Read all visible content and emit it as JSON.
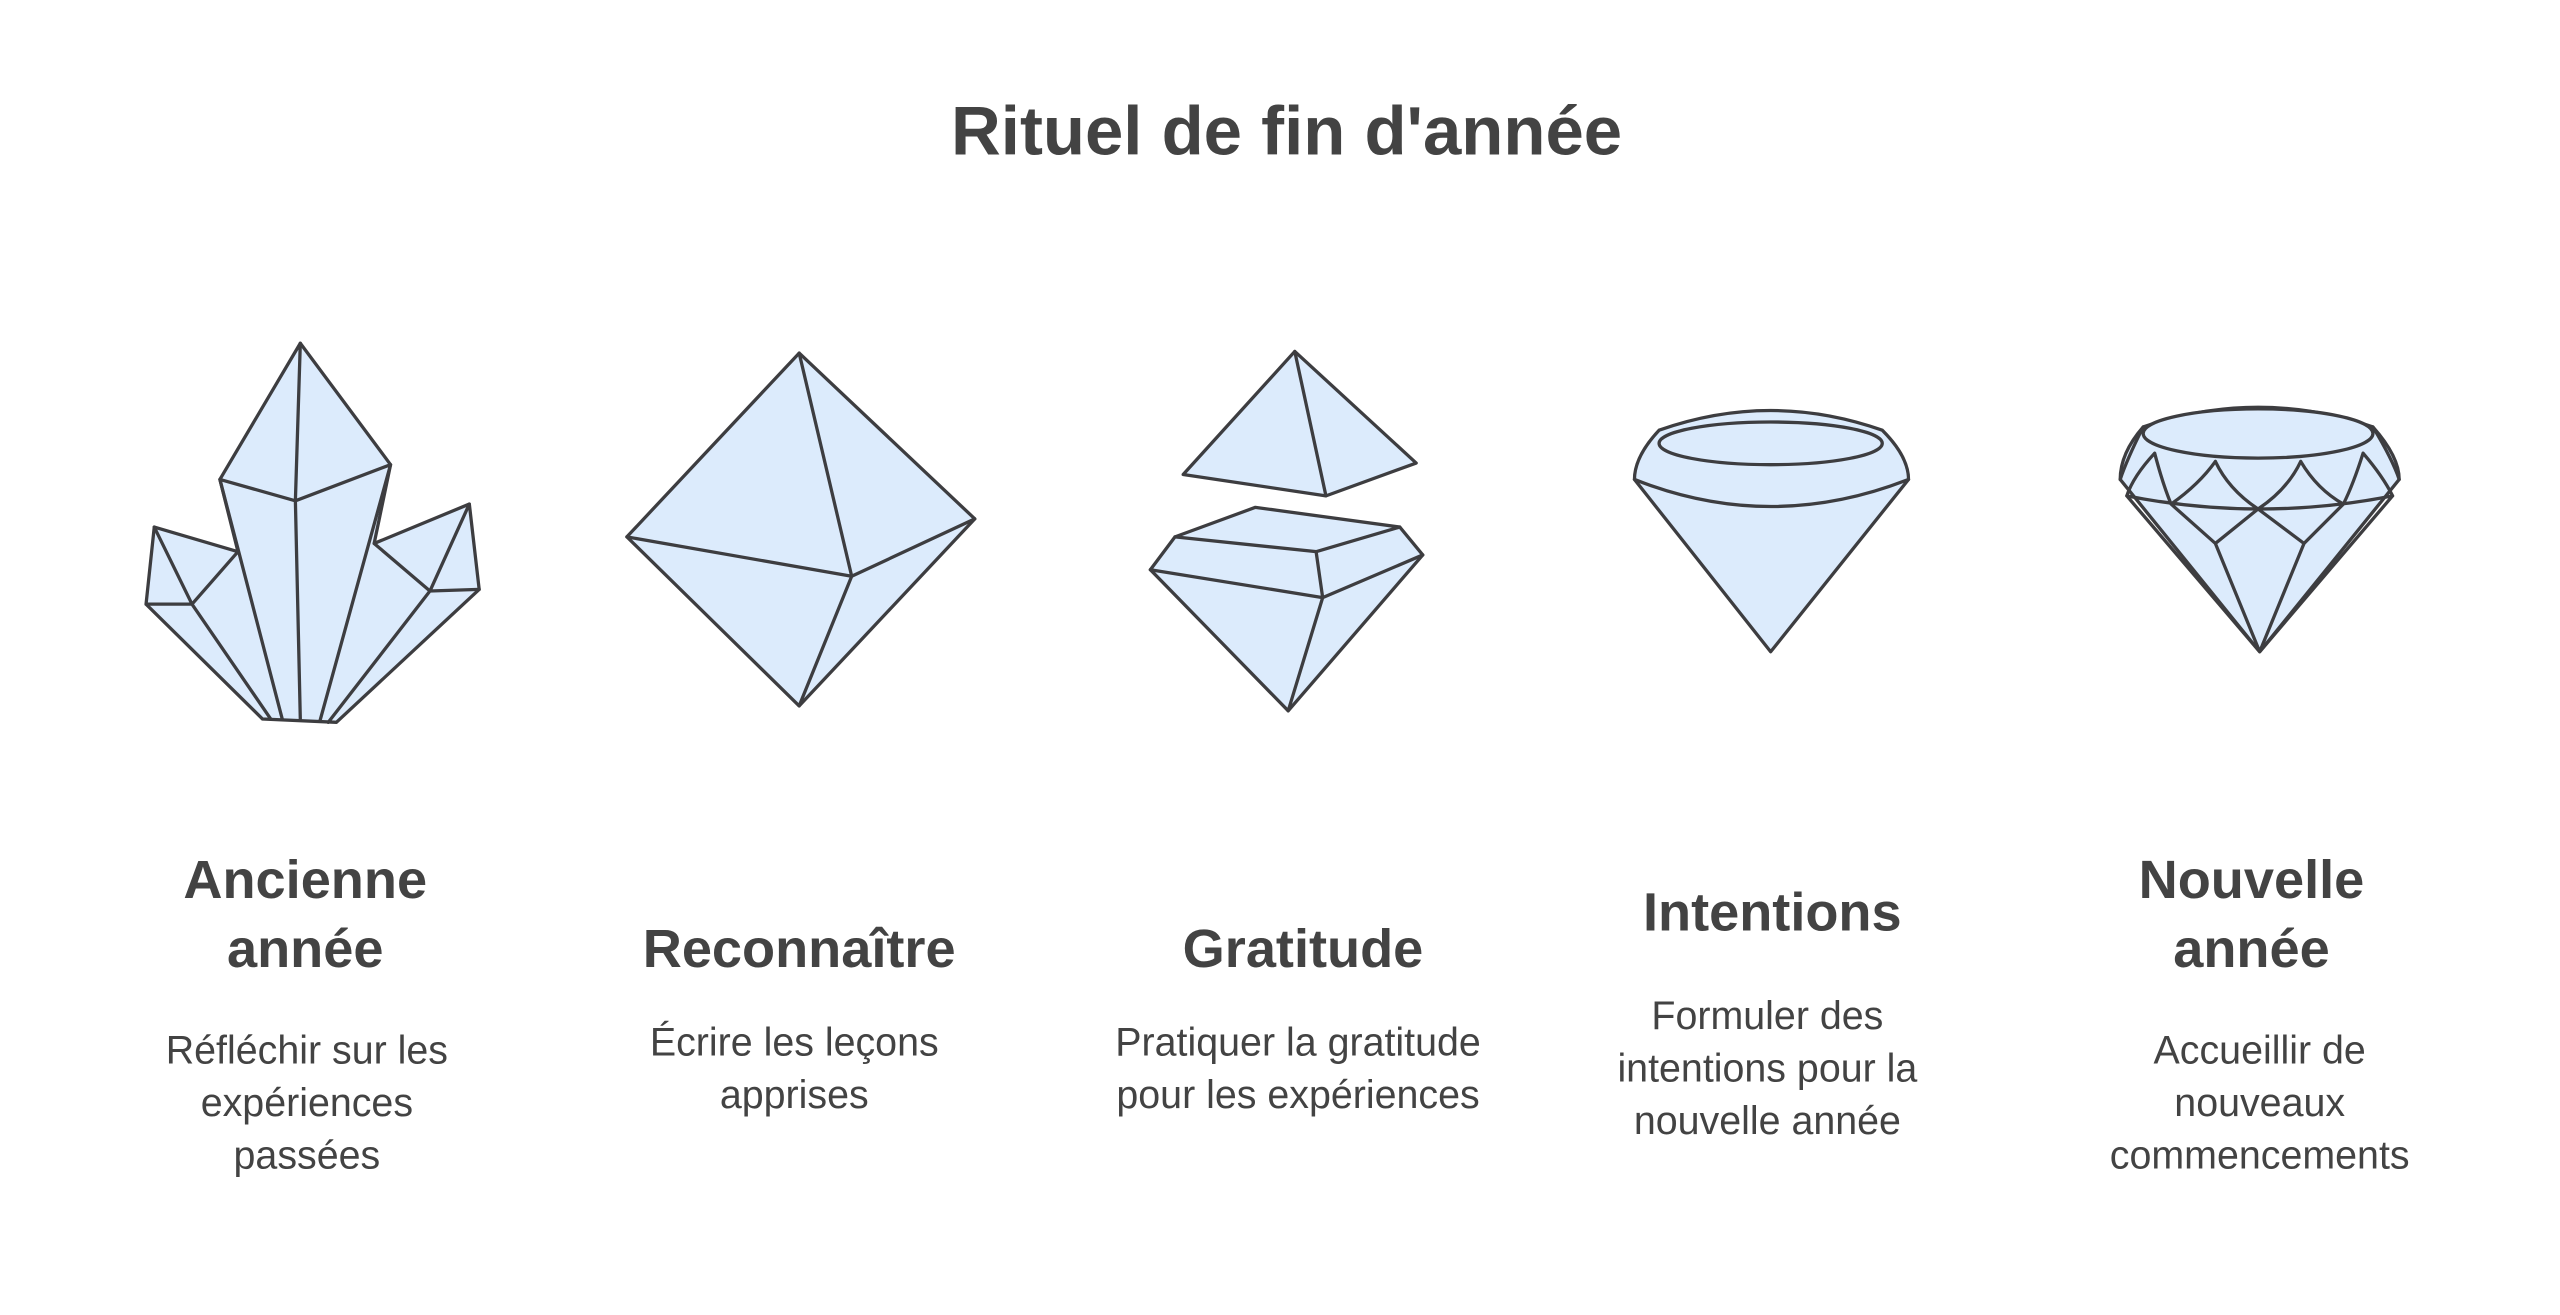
{
  "title": "Rituel de fin d'année",
  "steps": [
    {
      "icon": "crystal-cluster-icon",
      "title_lines": [
        "Ancienne",
        "année"
      ],
      "desc_lines": [
        "Réfléchir sur les",
        "expériences",
        "passées"
      ]
    },
    {
      "icon": "octahedron-crystal-icon",
      "title_lines": [
        "Reconnaître"
      ],
      "desc_lines": [
        "Écrire les leçons",
        "apprises"
      ]
    },
    {
      "icon": "split-gem-icon",
      "title_lines": [
        "Gratitude"
      ],
      "desc_lines": [
        "Pratiquer la gratitude",
        "pour les expériences"
      ]
    },
    {
      "icon": "round-gem-icon",
      "title_lines": [
        "Intentions"
      ],
      "desc_lines": [
        "Formuler des",
        "intentions pour la",
        "nouvelle année"
      ]
    },
    {
      "icon": "faceted-diamond-icon",
      "title_lines": [
        "Nouvelle",
        "année"
      ],
      "desc_lines": [
        "Accueillir de",
        "nouveaux",
        "commencements"
      ]
    }
  ],
  "colors": {
    "gem_fill": "#dcebfc",
    "outline": "#3d3d40",
    "text": "#434343"
  }
}
